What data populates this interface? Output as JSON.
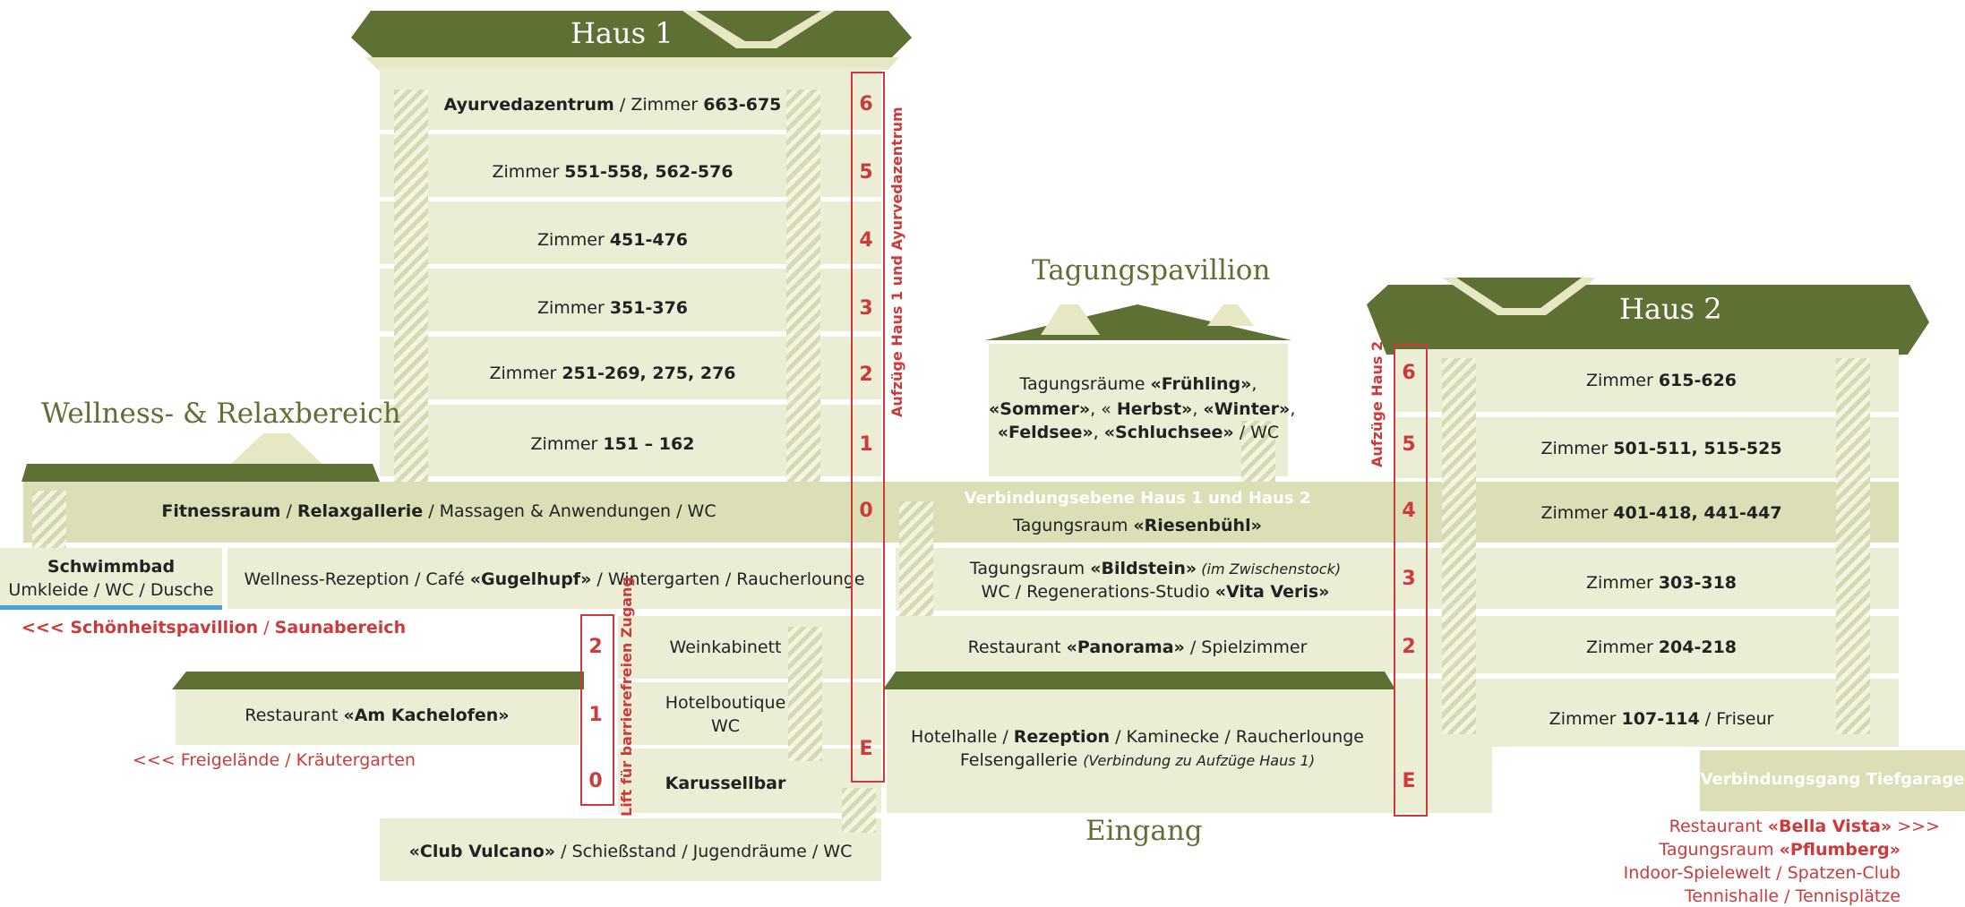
{
  "titles": {
    "haus1": "Haus 1",
    "haus2": "Haus 2",
    "tagungspavillion": "Tagungspavillion",
    "wellness": "Wellness- & Relaxbereich",
    "eingang": "Eingang"
  },
  "haus1": {
    "f6": [
      "Ayurvedazentrum",
      " / Zimmer ",
      "663-675"
    ],
    "f5": [
      "Zimmer ",
      "551-558, 562-576"
    ],
    "f4": [
      "Zimmer ",
      "451-476"
    ],
    "f3": [
      "Zimmer ",
      "351-376"
    ],
    "f2": [
      "Zimmer ",
      "251-269, 275, 276"
    ],
    "f1": [
      "Zimmer ",
      "151 – 162"
    ],
    "f0": [
      "Fitnessraum",
      " / ",
      "Relaxgallerie",
      " / Massagen & Anwendungen / WC"
    ],
    "wellness_rezeption": [
      "Wellness-Rezeption / Café ",
      "«Gugelhupf»",
      " / Wintergarten / Raucherlounge"
    ],
    "schwimmbad": [
      "Schwimmbad",
      "Umkleide / WC / Dusche"
    ],
    "schoenheit": [
      "<<< ",
      "Schönheitspavillion",
      " / ",
      "Saunabereich"
    ],
    "weinkabinett": "Weinkabinett",
    "hotelboutique": [
      "Hotelboutique",
      "WC"
    ],
    "kachelofen": [
      "Restaurant ",
      "«Am Kachelofen»"
    ],
    "freigelaende": "<<< Freigelände / Kräutergarten",
    "karussellbar": "Karussellbar",
    "club": [
      "«Club Vulcano»",
      " / Schießstand / Jugendräume / WC"
    ]
  },
  "lifts": {
    "haus1_label": "Aufzüge Haus 1 und Ayurvedazentrum",
    "haus1_floors": [
      "6",
      "5",
      "4",
      "3",
      "2",
      "1",
      "0",
      "E"
    ],
    "barrierefrei_label": "Lift für barrierefreien Zugang",
    "barrierefrei_floors": [
      "2",
      "1",
      "0"
    ],
    "haus2_label": "Aufzüge Haus 2",
    "haus2_floors": [
      "6",
      "5",
      "4",
      "3",
      "2",
      "E"
    ]
  },
  "pavillion": {
    "lines": [
      "Tagungsräume ",
      "«Frühling»",
      ",",
      "«Sommer»",
      ", « ",
      "Herbst»",
      ", ",
      "«Winter»",
      ",",
      "«Feldsee»",
      ", ",
      "«Schluchsee»",
      " / WC"
    ]
  },
  "mitte": {
    "verbindung": "Verbindungsebene Haus 1 und Haus 2",
    "riesenbuehl": [
      "Tagungsraum ",
      "«Riesenbühl»"
    ],
    "bildstein": [
      "Tagungsraum ",
      "«Bildstein»",
      " (im Zwischenstock)"
    ],
    "vitaveris": [
      "WC / Regenerations-Studio ",
      "«Vita Veris»"
    ],
    "panorama": [
      "Restaurant ",
      "«Panorama»",
      " / Spielzimmer"
    ],
    "hotelhalle": [
      "Hotelhalle / ",
      "Rezeption",
      " / Kaminecke / Raucherlounge"
    ],
    "felsengallerie": [
      "Felsengallerie ",
      "(Verbindung zu Aufzüge Haus 1)"
    ]
  },
  "haus2": {
    "f6": [
      "Zimmer ",
      "615-626"
    ],
    "f5": [
      "Zimmer ",
      "501-511, 515-525"
    ],
    "f4": [
      "Zimmer ",
      "401-418, 441-447"
    ],
    "f3": [
      "Zimmer ",
      "303-318"
    ],
    "f2": [
      "Zimmer ",
      "204-218"
    ],
    "f1": [
      "Zimmer ",
      "107-114",
      " / Friseur"
    ]
  },
  "tiefgarage": {
    "label": "Verbindungsgang Tiefgarage",
    "bella": [
      "Restaurant ",
      "«Bella Vista»",
      "  >>>"
    ],
    "pflumberg": [
      "Tagungsraum ",
      "«Pflumberg»"
    ],
    "spielewelt": "Indoor-Spielewelt / Spatzen-Club",
    "tennis": "Tennishalle / Tennisplätze"
  },
  "colors": {
    "roof": "#5f7035",
    "band": "#ecedd5",
    "band_dark": "#dcdfb5",
    "accent_red": "#cc3a3a",
    "pool_blue": "#4aa3d8"
  }
}
